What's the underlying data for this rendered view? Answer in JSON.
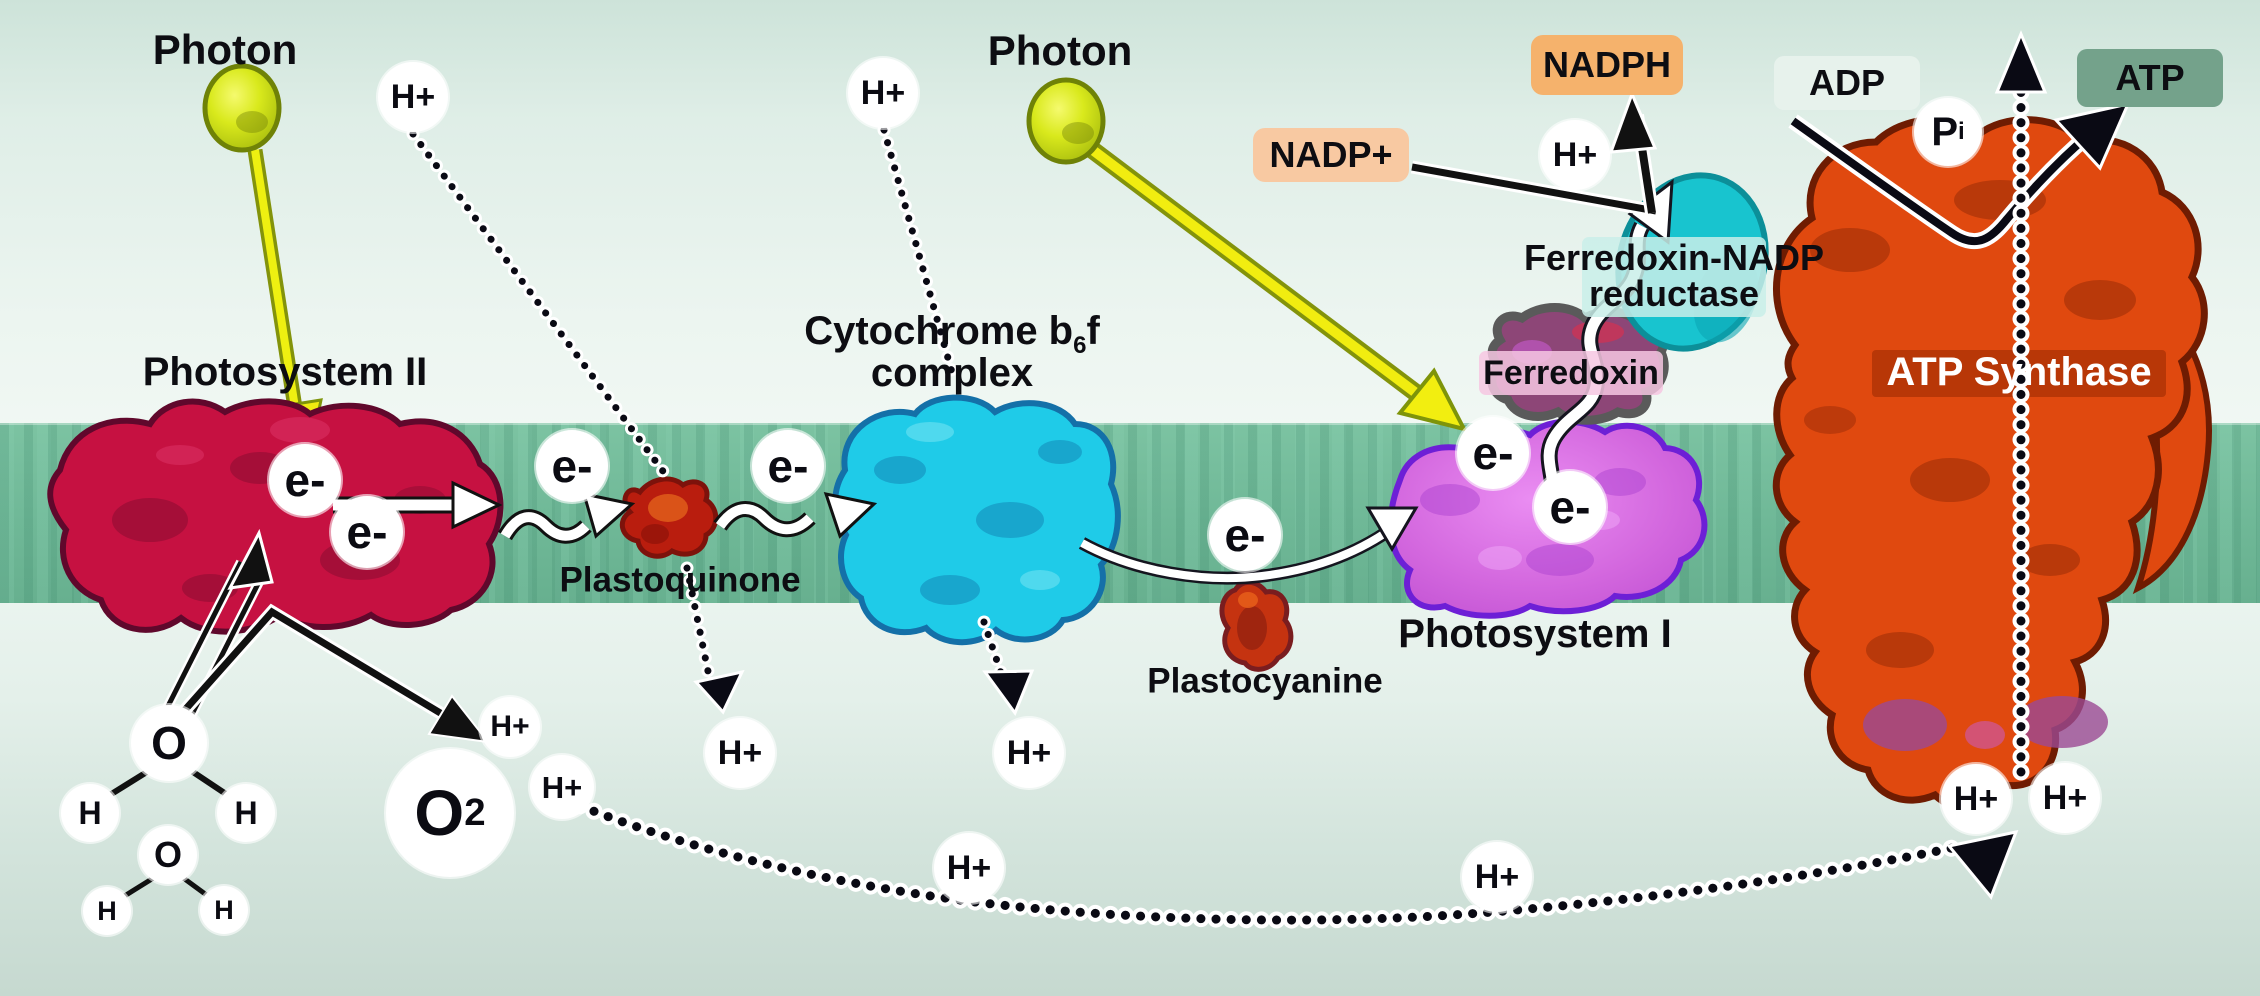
{
  "diagram": {
    "title": "Light-dependent reactions of photosynthesis (thylakoid membrane electron transport chain)",
    "labels": {
      "photon": "Photon",
      "photosystem2": "Photosystem II",
      "plastoquinone": "Plastoquinone",
      "plastocyanine": "Plastocyanine",
      "photosystem1": "Photosystem I",
      "ferredoxin": "Ferredoxin",
      "fnr_line1": "Ferredoxin-NADP",
      "fnr_line2": "reductase",
      "atp_synthase": "ATP Synthase"
    },
    "cytochrome": {
      "pre": "Cytochrome b",
      "sub": "6",
      "post": "f",
      "line2": "complex"
    },
    "particles": {
      "electron": "e-",
      "proton": "H+"
    },
    "molecules": {
      "oxygen": "O",
      "hydrogen": "H",
      "o2": {
        "symbol": "O",
        "subscript": "2"
      },
      "phosphate": {
        "symbol": "P",
        "subscript": "i"
      }
    },
    "boxes": {
      "nadp_plus": "NADP+",
      "nadph": "NADPH",
      "adp": "ADP",
      "atp": "ATP"
    },
    "colors": {
      "background_top": "#cde3d9",
      "background_mid": "#f0f8f3",
      "membrane_green": "#6fb897",
      "photosystem2_red": "#c61141",
      "plastoquinone_red": "#b91d0e",
      "cytochrome_cyan": "#1fcbe8",
      "plastocyanine_red": "#c53310",
      "photosystem1_magenta": "#d367de",
      "photosystem1_outline": "#6d1fd6",
      "ferredoxin_protein_purple": "#8d4677",
      "fnr_protein_teal": "#18c4cf",
      "atp_synthase_orange": "#e0490f",
      "photon_yellow": "#dce81a",
      "nadp_box": "#f8c9a2",
      "nadph_box": "#f5b26c",
      "adp_box": "#e7f2ec",
      "atp_box": "#74a28b",
      "ferredoxin_label_bg": "#f6c7e2",
      "fnr_label_bg": "#c9efe9",
      "atp_synthase_band": "#b23407"
    }
  }
}
